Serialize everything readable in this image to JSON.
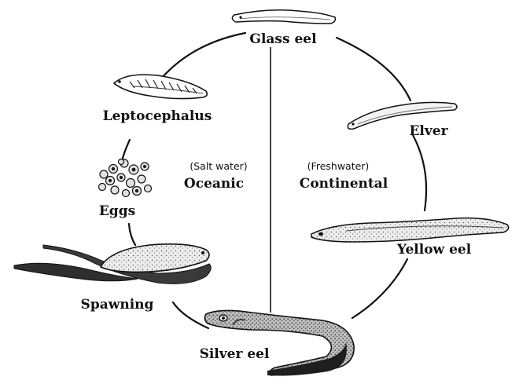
{
  "diagram": {
    "stages": {
      "glass_eel": "Glass eel",
      "elver": "Elver",
      "yellow_eel": "Yellow eel",
      "silver_eel": "Silver eel",
      "spawning": "Spawning",
      "eggs": "Eggs",
      "leptocephalus": "Leptocephalus"
    },
    "zones": {
      "left": {
        "note": "(Salt water)",
        "name": "Oceanic"
      },
      "right": {
        "note": "(Freshwater)",
        "name": "Continental"
      }
    },
    "colors": {
      "ink": "#111111",
      "background": "#ffffff",
      "body_fill": "#e6e6e6",
      "dark": "#2b2b2b"
    }
  }
}
